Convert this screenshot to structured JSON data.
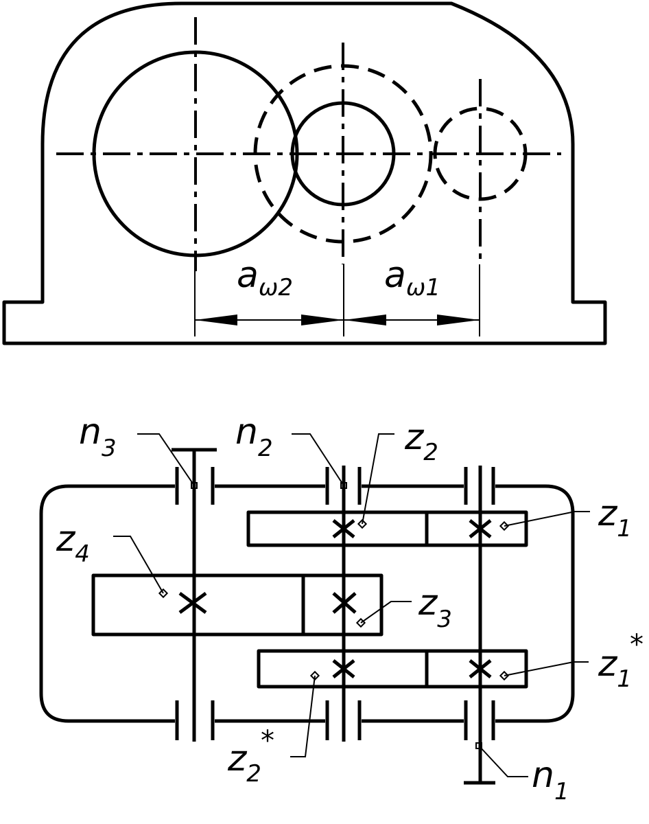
{
  "labels": {
    "aw2": {
      "main": "a",
      "sub": "ω2"
    },
    "aw1": {
      "main": "a",
      "sub": "ω1"
    },
    "n3": {
      "main": "n",
      "sub": "3"
    },
    "n2": {
      "main": "n",
      "sub": "2"
    },
    "n1": {
      "main": "n",
      "sub": "1"
    },
    "z2": {
      "main": "z",
      "sub": "2"
    },
    "z1": {
      "main": "z",
      "sub": "1"
    },
    "z4": {
      "main": "z",
      "sub": "4"
    },
    "z3": {
      "main": "z",
      "sub": "3"
    },
    "z1s": {
      "main": "z",
      "sub": "1",
      "sup": "*"
    },
    "z2s": {
      "main": "z",
      "sub": "2",
      "sup": "*"
    }
  }
}
